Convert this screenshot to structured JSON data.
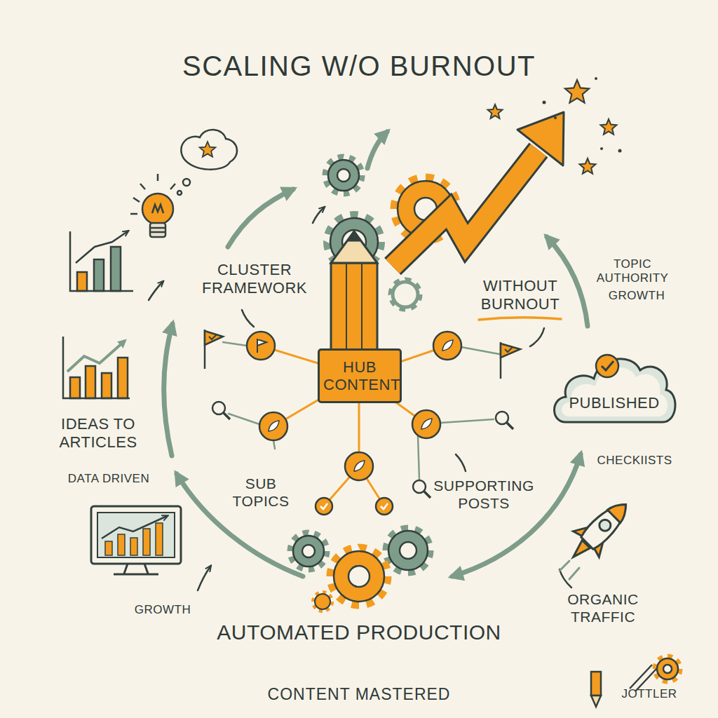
{
  "diagram": {
    "title": "SCALING W/O BURNOUT",
    "caption": "CONTENT MASTERED",
    "nodes": [
      {
        "text": [
          "HUB CONTENT"
        ]
      },
      {
        "text": [
          "PUBLISHED"
        ]
      }
    ],
    "labels": [
      "CLUSTER FRAMEWORK",
      "WITHOUT BURNOUT",
      "TOPIC AUTHORITY",
      "GROWTH",
      "CHECKIISTS",
      "IDEAS TO ARTICLES",
      "DATA DRIVEN",
      "SUB TOPICS",
      "SUPPORTING POSTS",
      "GROWTH",
      "AUTOMATED PRODUCTION",
      "ORGANIC TRAFFIC",
      "JOTTLER"
    ]
  }
}
